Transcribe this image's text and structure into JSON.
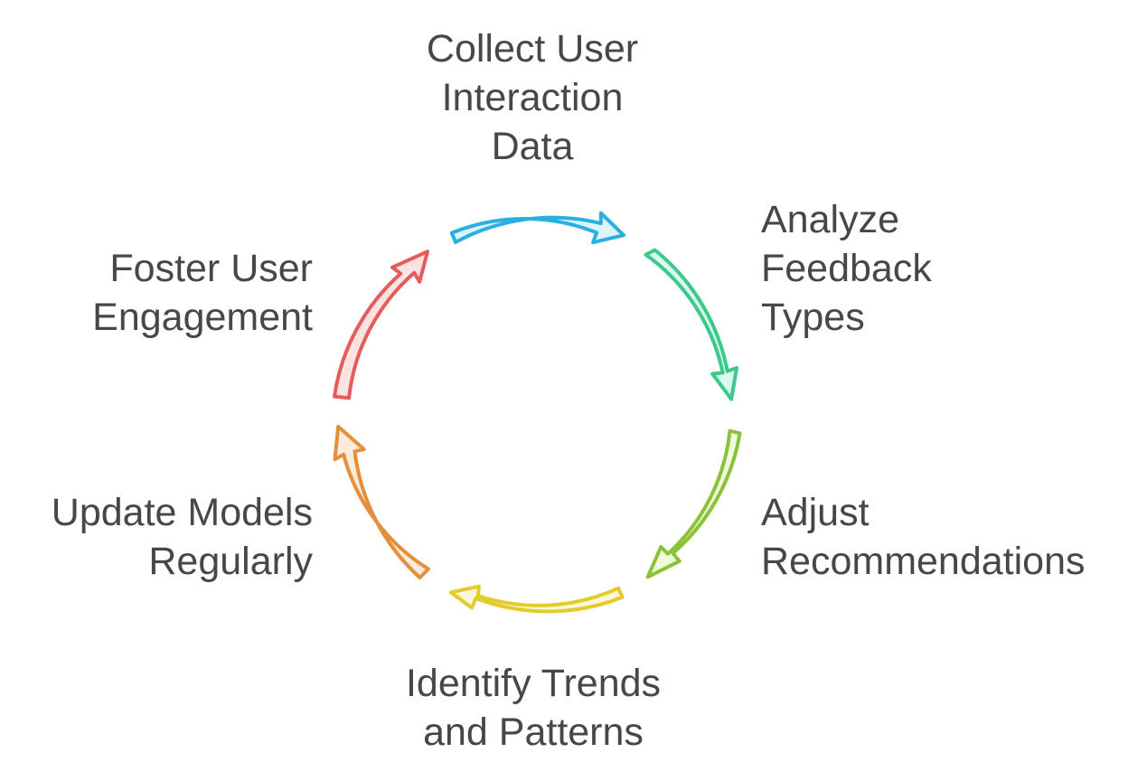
{
  "diagram": {
    "steps": [
      {
        "id": "collect",
        "lines": [
          "Collect User",
          "Interaction",
          "Data"
        ],
        "stroke": "#29B0E0",
        "fill": "#DCF4FC"
      },
      {
        "id": "analyze",
        "lines": [
          "Analyze",
          "Feedback",
          "Types"
        ],
        "stroke": "#3CC98A",
        "fill": "#DDF8EC"
      },
      {
        "id": "adjust",
        "lines": [
          "Adjust",
          "Recommendations"
        ],
        "stroke": "#8CC23A",
        "fill": "#EFF9DC"
      },
      {
        "id": "identify",
        "lines": [
          "Identify Trends",
          "and Patterns"
        ],
        "stroke": "#E3CC2A",
        "fill": "#FCF7D6"
      },
      {
        "id": "update",
        "lines": [
          "Update Models",
          "Regularly"
        ],
        "stroke": "#E38F3C",
        "fill": "#FDEBDB"
      },
      {
        "id": "foster",
        "lines": [
          "Foster User",
          "Engagement"
        ],
        "stroke": "#E55C5C",
        "fill": "#FDE2E2"
      }
    ]
  }
}
